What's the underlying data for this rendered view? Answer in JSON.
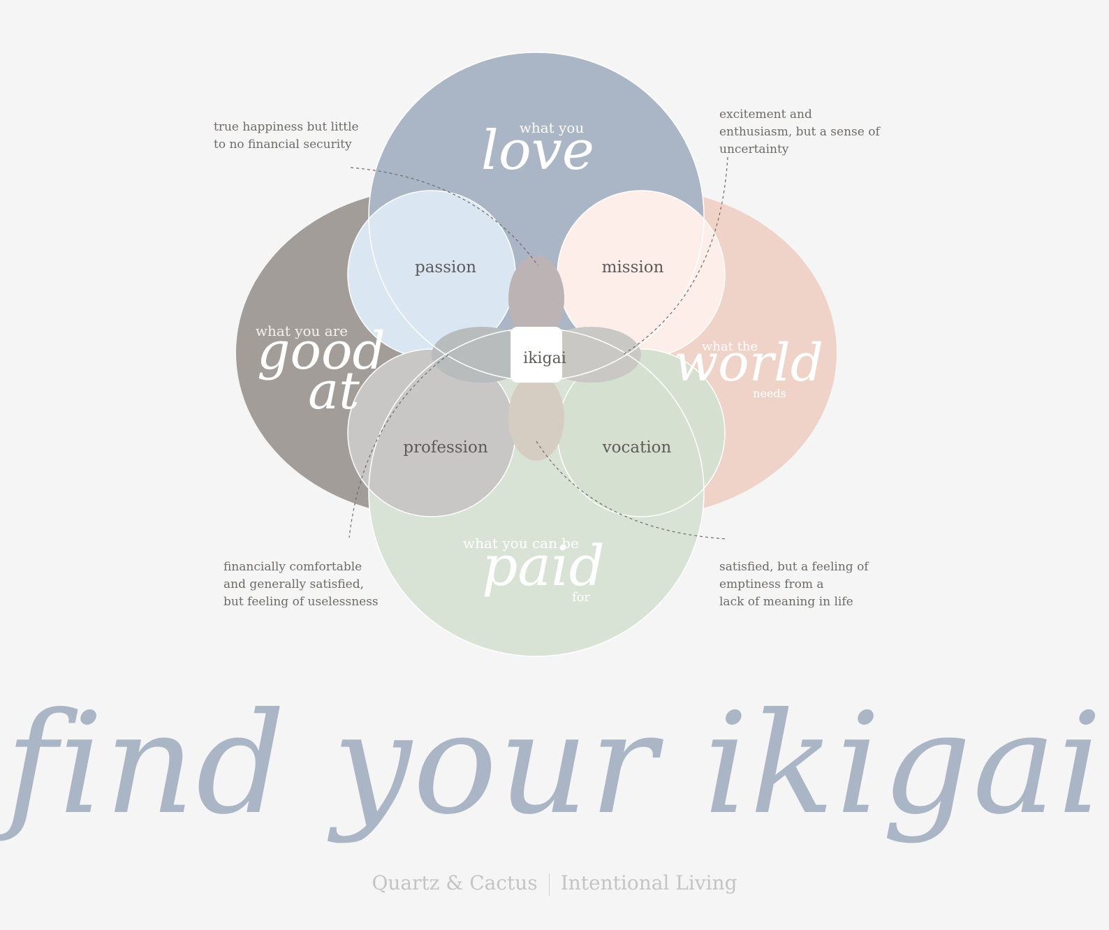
{
  "circles": {
    "love": {
      "small": "what you",
      "big": "love",
      "color": "#aab5c6"
    },
    "good_at": {
      "small": "what you are",
      "big_line1": "good",
      "big_line2": "at",
      "color": "#a29d99"
    },
    "world": {
      "small": "what the",
      "big": "world",
      "small_after": "needs",
      "color": "#f0d3c8"
    },
    "paid": {
      "small": "what you can be",
      "big": "paid",
      "small_after": "for",
      "color": "#d8e3d5"
    }
  },
  "overlaps": {
    "passion": "passion",
    "mission": "mission",
    "profession": "profession",
    "vocation": "vocation",
    "center": "ikigai"
  },
  "notes": {
    "top_left": [
      "true happiness but little",
      "to no financial security"
    ],
    "top_right": [
      "excitement and",
      "enthusiasm, but a sense of",
      "uncertainty"
    ],
    "bottom_left": [
      "financially comfortable",
      "and generally satisfied,",
      "but feeling of uselessness"
    ],
    "bottom_right": [
      "satisfied, but a feeling of",
      "emptiness from a",
      "lack of meaning in life"
    ]
  },
  "title": "find your ikigai",
  "footer": {
    "left": "Quartz & Cactus",
    "right": "Intentional Living"
  }
}
